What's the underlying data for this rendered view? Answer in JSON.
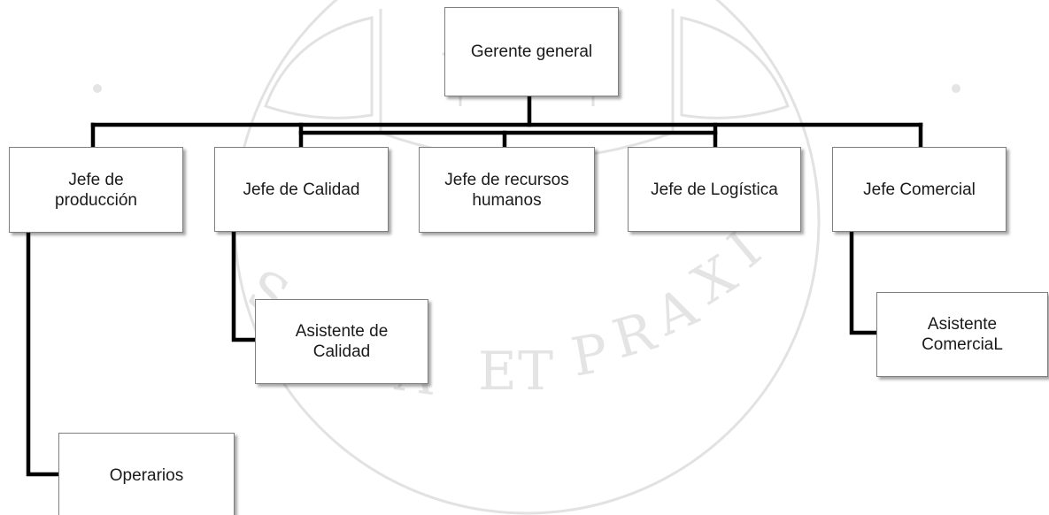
{
  "org_chart": {
    "root": {
      "label": "Gerente general"
    },
    "managers": [
      {
        "label": "Jefe de\nproducción"
      },
      {
        "label": "Jefe  de Calidad"
      },
      {
        "label": "Jefe de recursos\nhumanos"
      },
      {
        "label": "Jefe de Logística"
      },
      {
        "label": "Jefe Comercial"
      }
    ],
    "staff": [
      {
        "label": "Asistente de\nCalidad",
        "reports_to": "Jefe  de Calidad"
      },
      {
        "label": "Asistente\nComerciaL",
        "reports_to": "Jefe Comercial"
      },
      {
        "label": "Operarios",
        "reports_to": "Jefe de\nproducción"
      }
    ]
  },
  "colors": {
    "connector": "#000000",
    "box_border": "#7f7f7f",
    "text": "#1a1a1a",
    "watermark": "#c9c9c9"
  }
}
